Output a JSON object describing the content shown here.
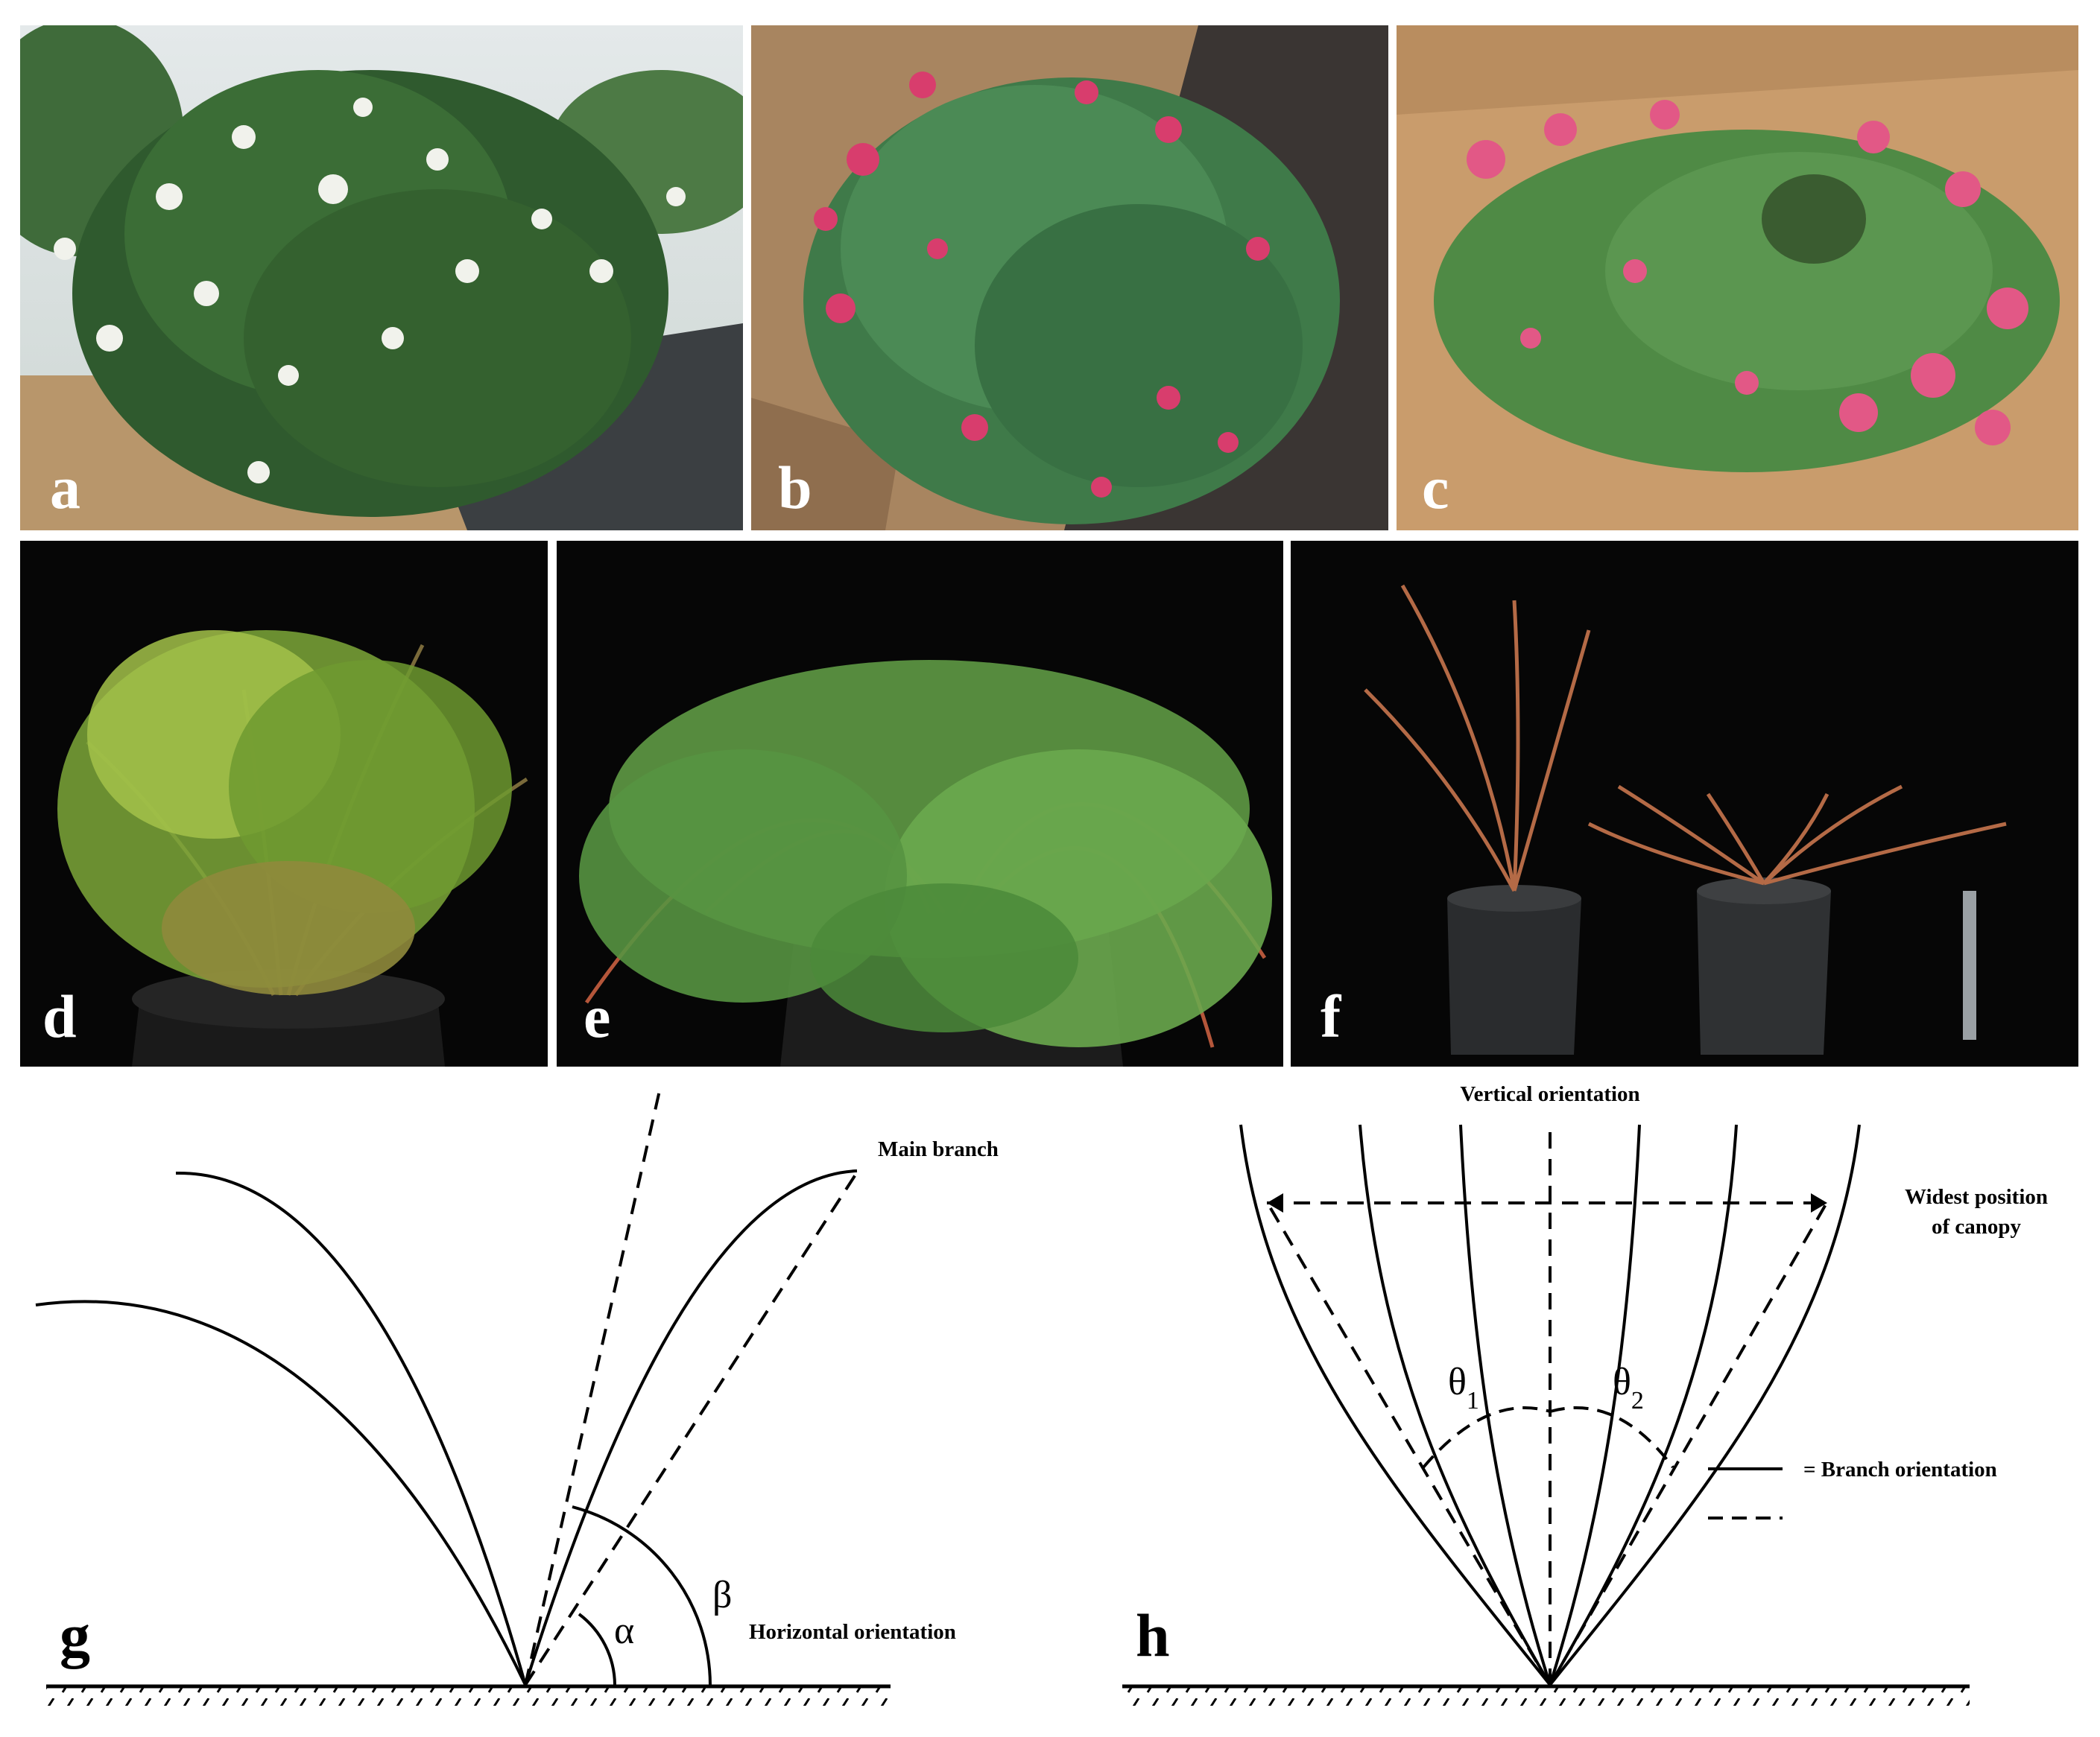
{
  "panels": {
    "a": {
      "label": "a"
    },
    "b": {
      "label": "b"
    },
    "c": {
      "label": "c"
    },
    "d": {
      "label": "d"
    },
    "e": {
      "label": "e"
    },
    "f": {
      "label": "f"
    }
  },
  "diagram_g": {
    "label": "g",
    "main_branch": "Main branch",
    "horizontal_orientation": "Horizontal orientation",
    "alpha": "α",
    "beta": "β"
  },
  "diagram_h": {
    "label": "h",
    "vertical_orientation": "Vertical orientation",
    "widest_line1": "Widest position",
    "widest_line2": "of canopy",
    "theta1": "θ",
    "theta1_sub": "1",
    "theta2": "θ",
    "theta2_sub": "2",
    "legend_solid": "= Branch orientation"
  }
}
